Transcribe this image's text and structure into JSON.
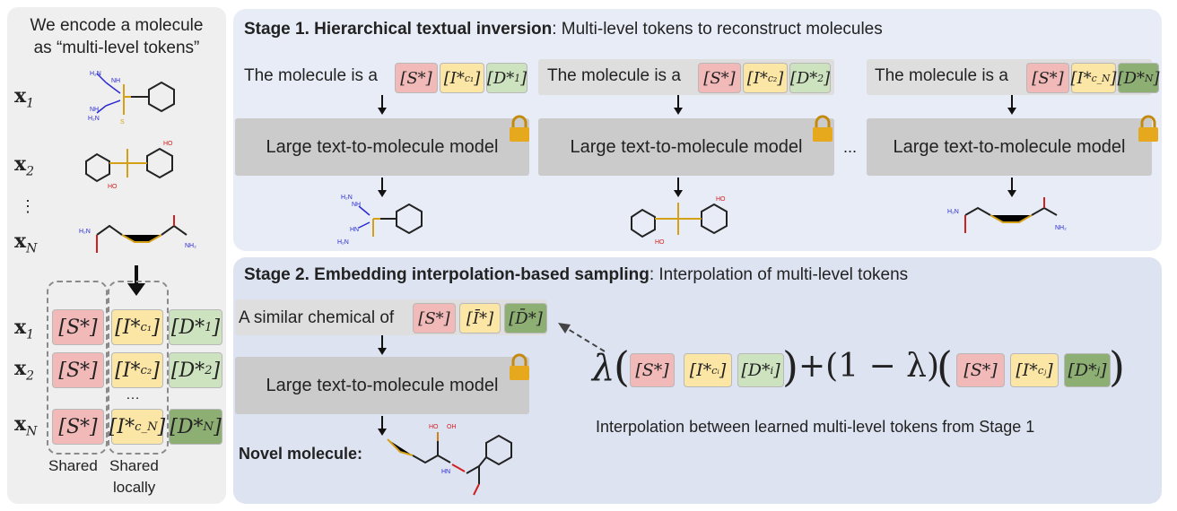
{
  "left_panel": {
    "heading_line1": "We encode a molecule",
    "heading_line2": "as “multi-level tokens”",
    "x_symbol": "x",
    "sub_1": "1",
    "sub_2": "2",
    "sub_N": "N",
    "vdots": "⋮",
    "hdots": "…",
    "shared_1": "Shared",
    "shared_2": "Shared",
    "shared_2_line2": "locally"
  },
  "tokens": {
    "S": "S*",
    "I": "I*",
    "D": "D*",
    "I_bar": "Ī*",
    "D_bar": "D̄*",
    "sub_c1": "c₁",
    "sub_c2": "c₂",
    "sub_cN": "c_N",
    "sub_1": "1",
    "sub_2": "2",
    "sub_N": "N",
    "sub_ci": "cᵢ",
    "sub_cj": "cⱼ",
    "sub_i": "i",
    "sub_j": "j"
  },
  "stage1": {
    "title_bold": "Stage 1. Hierarchical textual inversion",
    "title_rest": ": Multi-level tokens to reconstruct molecules",
    "prompt": "The molecule is a",
    "model_label": "Large text-to-molecule model",
    "ellipsis": "..."
  },
  "stage2": {
    "title_bold": "Stage 2. Embedding interpolation-based sampling",
    "title_rest": ": Interpolation of multi-level tokens",
    "prompt": "A similar chemical of",
    "model_label": "Large text-to-molecule model",
    "novel_label": "Novel molecule:",
    "lambda": "λ",
    "plus_one_minus": "+(1 − λ)",
    "caption": "Interpolation between learned multi-level tokens from Stage 1"
  },
  "colors": {
    "structure_token": "#f2b9b9",
    "intermediate_token": "#fbe6a6",
    "detail_token": "#cde3bf",
    "detail_token_dark": "#8eaf74",
    "stage_panel": "#e7ecf6",
    "model_box": "#cbcbcb",
    "lock": "#e6a81d"
  },
  "icons": [
    "lock-icon",
    "down-arrow-icon",
    "dashed-arrow-icon",
    "molecule-structure"
  ]
}
